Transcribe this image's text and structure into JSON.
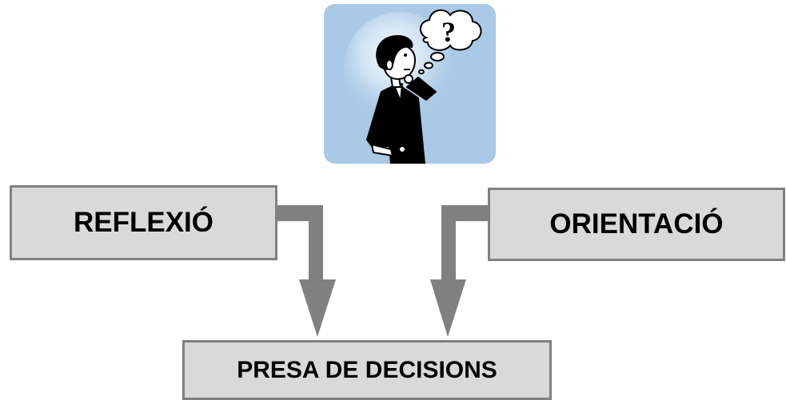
{
  "diagram": {
    "illustration": {
      "icon": "thinking-person-icon"
    },
    "nodes": {
      "reflexio": "REFLEXIÓ",
      "orientacio": "ORIENTACIÓ",
      "presa_de_decisions": "PRESA DE DECISIONS"
    },
    "edges": [
      {
        "from": "REFLEXIÓ",
        "to": "PRESA DE DECISIONS"
      },
      {
        "from": "ORIENTACIÓ",
        "to": "PRESA DE DECISIONS"
      }
    ],
    "colors": {
      "box_fill": "#d9d9d9",
      "box_border": "#808080",
      "arrow": "#808080",
      "illustration_bg": "#a9c9e6"
    }
  }
}
